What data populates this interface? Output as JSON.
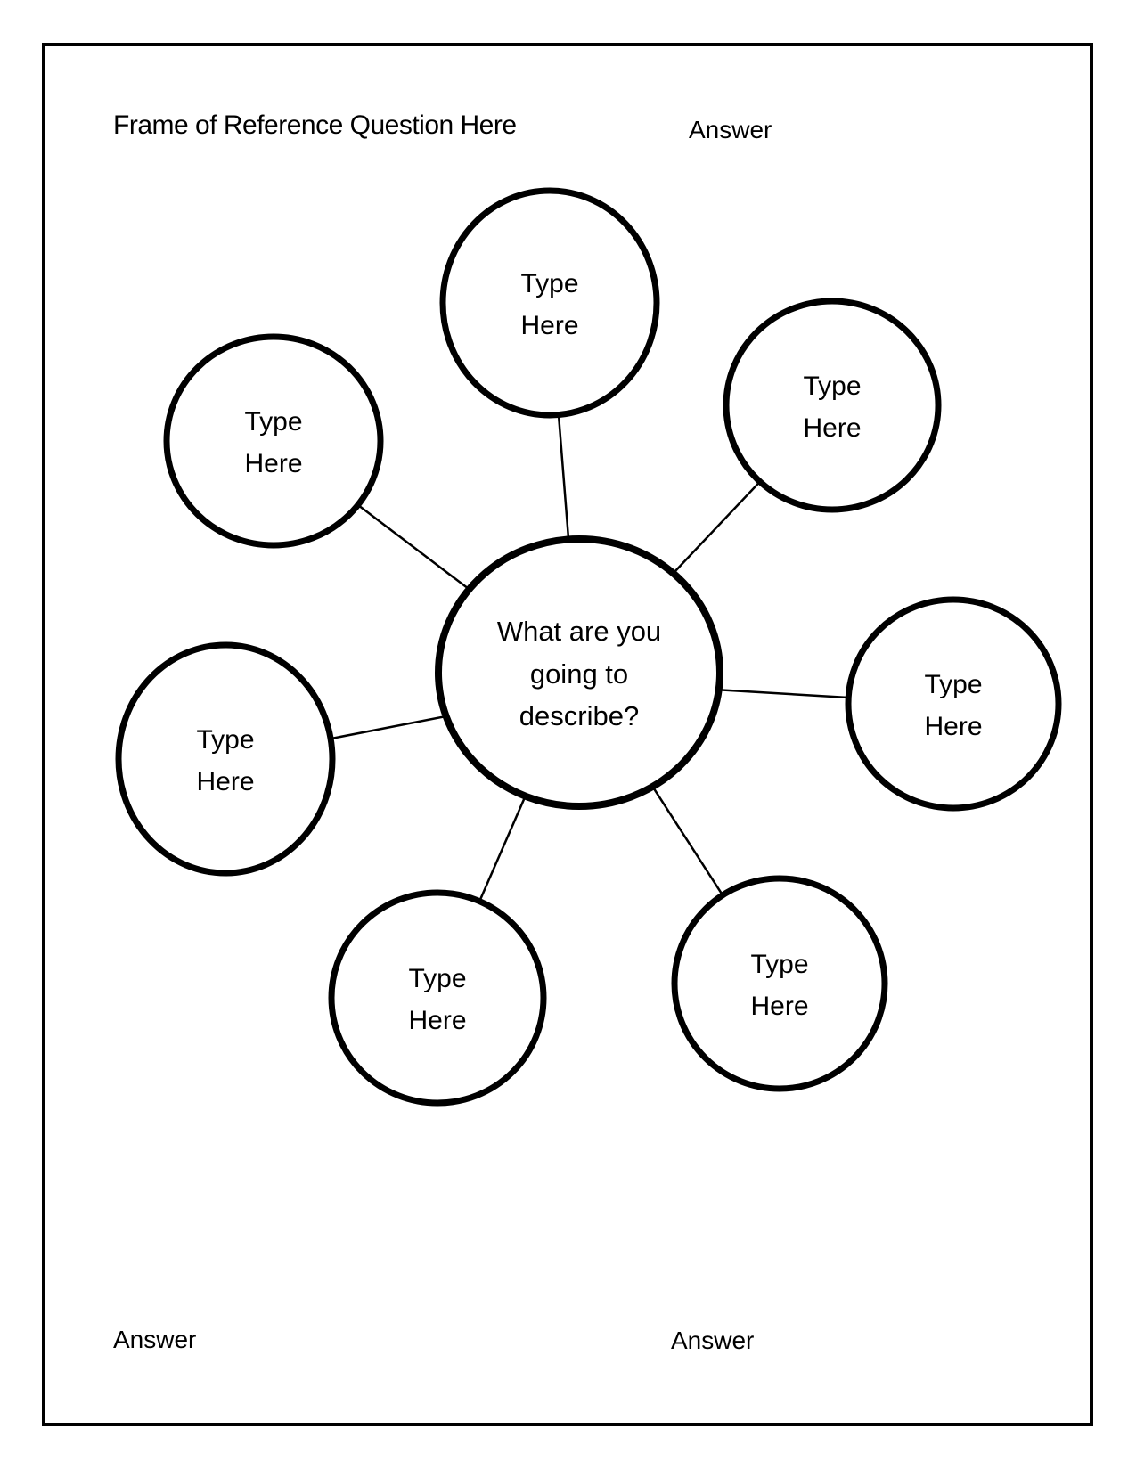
{
  "colors": {
    "ink": "#000000",
    "paper": "#ffffff"
  },
  "header": {
    "question_label": "Frame of Reference Question Here",
    "answer_label": "Answer"
  },
  "footer": {
    "answer_left": "Answer",
    "answer_center": "Answer"
  },
  "diagram": {
    "center_node": {
      "lines": [
        "What are you",
        "going to",
        "describe?"
      ]
    },
    "outer_nodes": [
      {
        "position": "top",
        "lines": [
          "Type",
          "Here"
        ]
      },
      {
        "position": "upper-right",
        "lines": [
          "Type",
          "Here"
        ]
      },
      {
        "position": "upper-left",
        "lines": [
          "Type",
          "Here"
        ]
      },
      {
        "position": "right",
        "lines": [
          "Type",
          "Here"
        ]
      },
      {
        "position": "left",
        "lines": [
          "Type",
          "Here"
        ]
      },
      {
        "position": "lower-left",
        "lines": [
          "Type",
          "Here"
        ]
      },
      {
        "position": "lower-right",
        "lines": [
          "Type",
          "Here"
        ]
      }
    ]
  }
}
